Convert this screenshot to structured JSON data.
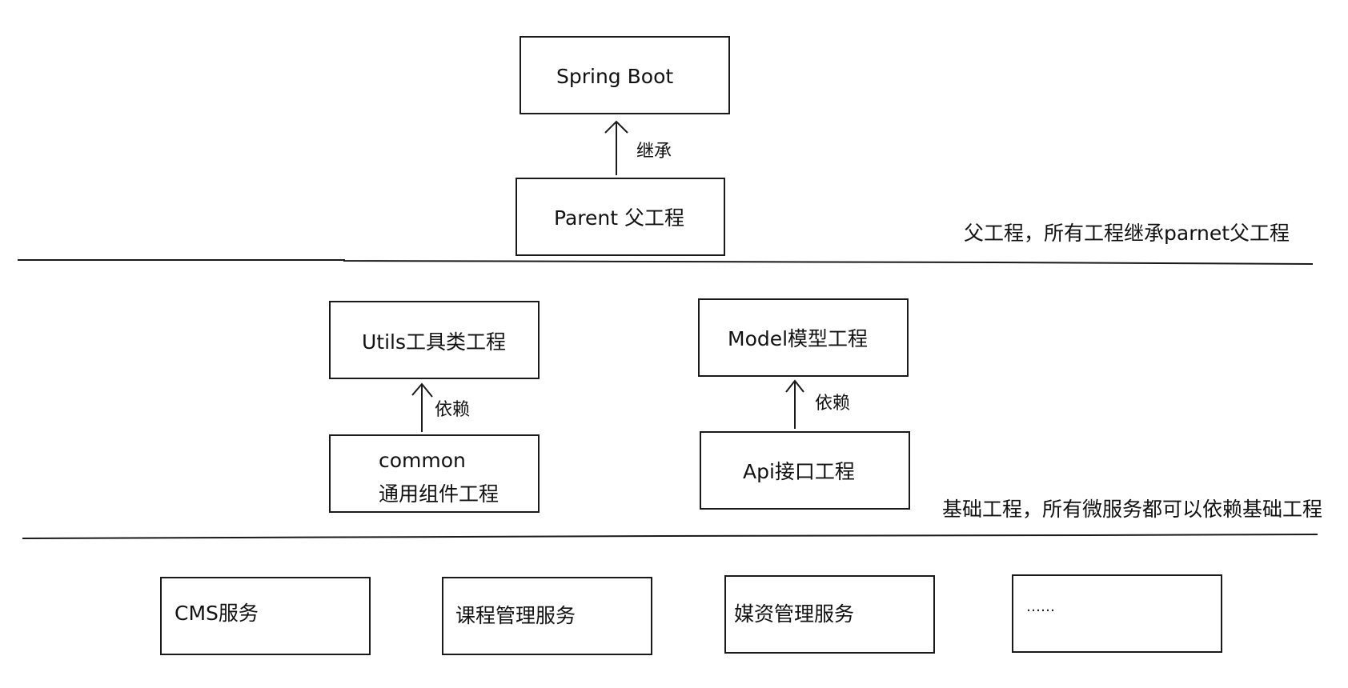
{
  "boxes": {
    "spring_boot": "Spring Boot",
    "parent": "Parent 父工程",
    "utils": "Utils工具类工程",
    "common_line1": "common",
    "common_line2": "通用组件工程",
    "model": "Model模型工程",
    "api": "Api接口工程",
    "cms": "CMS服务",
    "course": "课程管理服务",
    "media": "媒资管理服务",
    "more": "……"
  },
  "arrows": {
    "inherit": "继承",
    "depend_utils": "依赖",
    "depend_model": "依赖"
  },
  "notes": {
    "parent_layer": "父工程，所有工程继承parnet父工程",
    "base_layer": "基础工程，所有微服务都可以依赖基础工程"
  }
}
